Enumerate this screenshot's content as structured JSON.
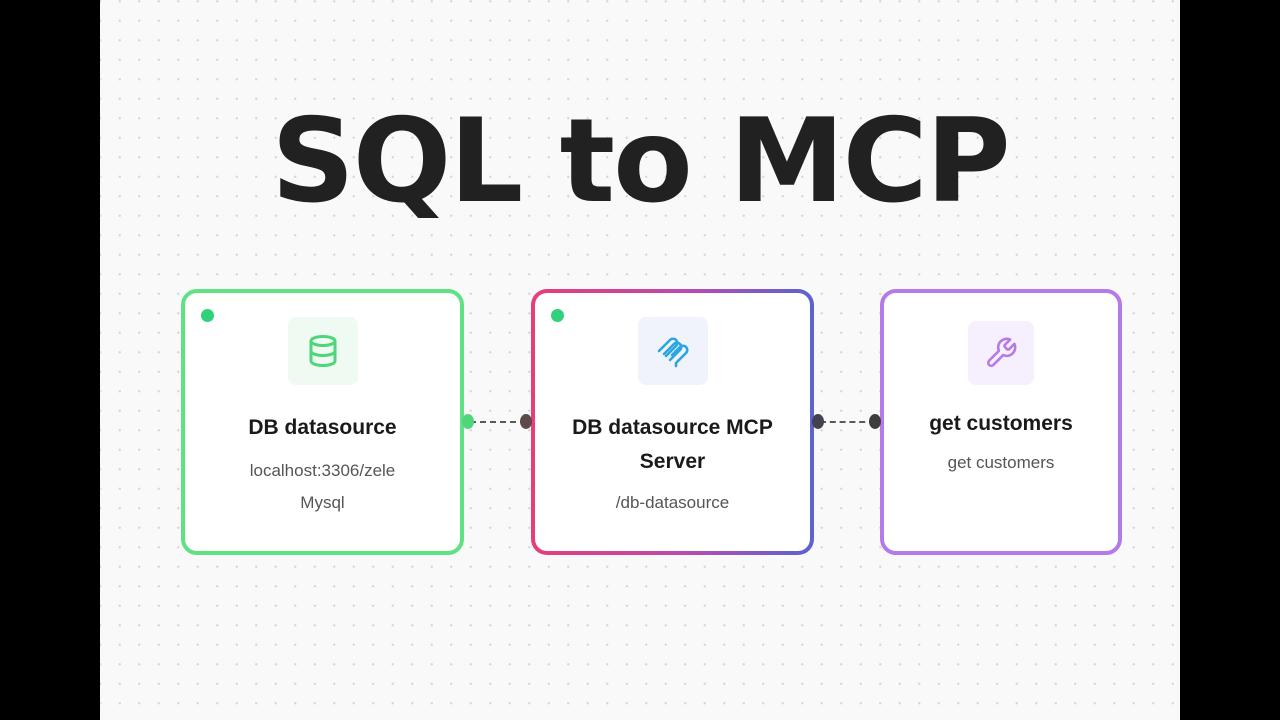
{
  "title": "SQL to MCP",
  "colors": {
    "green": "#5fe184",
    "status": "#2fd27a",
    "gradient_start": "#e83d7a",
    "gradient_end": "#5b63cf",
    "purple": "#b57ae8",
    "mcp_icon": "#2ba6df",
    "handle_dark": "#4a4448"
  },
  "nodes": [
    {
      "id": "datasource",
      "icon": "database-icon",
      "title": "DB datasource",
      "subtitle_lines": [
        "localhost:3306/zele",
        "Mysql"
      ],
      "status": "active"
    },
    {
      "id": "mcp-server",
      "icon": "mcp-icon",
      "title_lines": [
        "DB datasource MCP",
        "Server"
      ],
      "subtitle": "/db-datasource",
      "status": "active"
    },
    {
      "id": "tool",
      "icon": "wrench-icon",
      "title": "get customers",
      "subtitle": "get customers"
    }
  ],
  "edges": [
    {
      "from": "datasource",
      "to": "mcp-server",
      "style": "dashed"
    },
    {
      "from": "mcp-server",
      "to": "tool",
      "style": "dashed"
    }
  ]
}
